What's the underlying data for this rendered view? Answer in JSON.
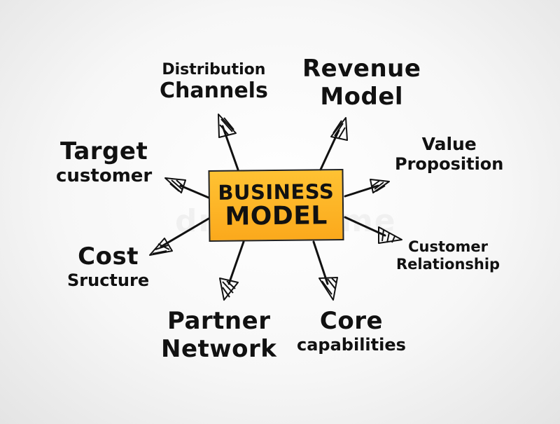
{
  "center": {
    "line1": "BUSINESS",
    "line2": "MODEL",
    "fill": "#fbb024"
  },
  "nodes": {
    "distribution": {
      "line1": "Distribution",
      "line2": "Channels"
    },
    "revenue": {
      "line1": "Revenue",
      "line2": "Model"
    },
    "value": {
      "line1": "Value",
      "line2": "Proposition"
    },
    "target": {
      "line1": "Target",
      "line2": "customer"
    },
    "customer_rel": {
      "line1": "Customer",
      "line2": "Relationship"
    },
    "cost": {
      "line1": "Cost",
      "line2": "Sructure"
    },
    "partner": {
      "line1": "Partner",
      "line2": "Network"
    },
    "core": {
      "line1": "Core",
      "line2": "capabilities"
    }
  },
  "watermark": "dreamstime",
  "colors": {
    "ink": "#111111",
    "center_fill": "#fbb024",
    "background": "#f4f4f4"
  }
}
